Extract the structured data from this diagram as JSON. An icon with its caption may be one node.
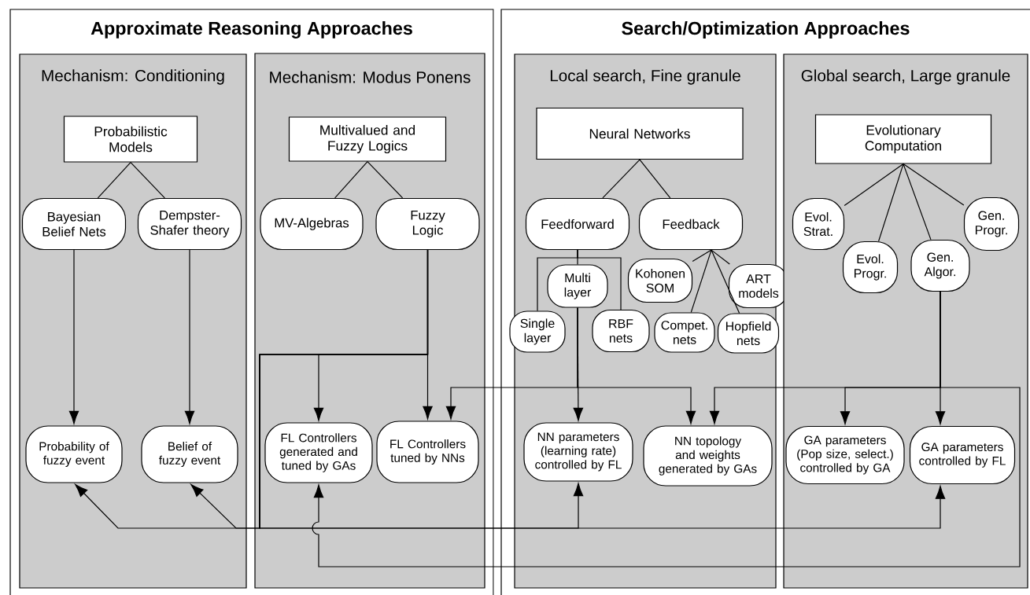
{
  "diagram": {
    "nodes": [
      {
        "text": [
          "Approximate Reasoning Approaches"
        ]
      },
      {
        "text": [
          "Mechanism: Conditioning"
        ],
        "in": 0
      },
      {
        "text": [
          "Probabilistic Models"
        ],
        "in": 1
      },
      {
        "text": [
          "Bayesian Belief Nets"
        ],
        "in": 1
      },
      {
        "text": [
          "Dempster-Shafer theory"
        ],
        "in": 1
      },
      {
        "text": [
          "Probability of fuzzy event"
        ],
        "in": 1
      },
      {
        "text": [
          "Belief of fuzzy event"
        ],
        "in": 1
      },
      {
        "text": [
          "Mechanism: Modus Ponens"
        ],
        "in": 0
      },
      {
        "text": [
          "Multivalued and Fuzzy Logics"
        ],
        "in": 7
      },
      {
        "text": [
          "MV-Algebras"
        ],
        "in": 7
      },
      {
        "text": [
          "Fuzzy Logic"
        ],
        "in": 7
      },
      {
        "text": [
          "FL Controllers generated and tuned by GAs"
        ],
        "in": 7
      },
      {
        "text": [
          "FL Controllers tuned by NNs"
        ],
        "in": 7
      },
      {
        "text": [
          "Search/Optimization Approaches"
        ]
      },
      {
        "text": [
          "Local search, Fine granule"
        ],
        "in": 13
      },
      {
        "text": [
          "Neural Networks"
        ],
        "in": 14
      },
      {
        "text": [
          "Feedforward"
        ],
        "in": 14
      },
      {
        "text": [
          "Feedback"
        ],
        "in": 14
      },
      {
        "text": [
          "Kohonen SOM"
        ],
        "in": 14
      },
      {
        "text": [
          "Multi layer"
        ],
        "in": 14
      },
      {
        "text": [
          "ART models"
        ],
        "in": 13
      },
      {
        "text": [
          "Single layer"
        ],
        "in": 13
      },
      {
        "text": [
          "RBF nets"
        ],
        "in": 14
      },
      {
        "text": [
          "Compet. nets"
        ],
        "in": 14
      },
      {
        "text": [
          "Hopfield nets"
        ],
        "in": 14
      },
      {
        "text": [
          "NN parameters (learning rate) controlled by FL"
        ],
        "in": 14
      },
      {
        "text": [
          "NN topology and weights generated by GAs"
        ],
        "in": 14
      },
      {
        "text": [
          "Global search, Large granule"
        ],
        "in": 13
      },
      {
        "text": [
          "Evolutionary Computation"
        ],
        "in": 27
      },
      {
        "text": [
          "Evol. Strat."
        ],
        "in": 27
      },
      {
        "text": [
          "Gen. Progr."
        ],
        "in": 27
      },
      {
        "text": [
          "Evol. Progr."
        ],
        "in": 27
      },
      {
        "text": [
          "Gen. Algor."
        ],
        "in": 27
      },
      {
        "text": [
          "GA parameters (Pop size, select.) controlled by GA"
        ],
        "in": 27
      },
      {
        "text": [
          "GA parameters controlled by FL"
        ],
        "in": 27
      }
    ],
    "edges": [
      {
        "from": 2,
        "to": 3,
        "arrow": "none"
      },
      {
        "from": 2,
        "to": 4,
        "arrow": "none"
      },
      {
        "from": 8,
        "to": 9,
        "arrow": "none"
      },
      {
        "from": 8,
        "to": 10,
        "arrow": "none"
      },
      {
        "from": 15,
        "to": 16,
        "arrow": "none"
      },
      {
        "from": 15,
        "to": 17,
        "arrow": "none"
      },
      {
        "from": 16,
        "to": 21,
        "arrow": "none"
      },
      {
        "from": 16,
        "to": 19,
        "arrow": "none"
      },
      {
        "from": 16,
        "to": 22,
        "arrow": "none"
      },
      {
        "from": 17,
        "to": 18,
        "arrow": "none"
      },
      {
        "from": 17,
        "to": 23,
        "arrow": "none"
      },
      {
        "from": 17,
        "to": 24,
        "arrow": "none"
      },
      {
        "from": 17,
        "to": 20,
        "arrow": "none"
      },
      {
        "from": 28,
        "to": 29,
        "arrow": "none"
      },
      {
        "from": 28,
        "to": 31,
        "arrow": "none"
      },
      {
        "from": 28,
        "to": 32,
        "arrow": "none"
      },
      {
        "from": 28,
        "to": 30,
        "arrow": "none"
      },
      {
        "from": 3,
        "to": 5,
        "arrow": "to"
      },
      {
        "from": 4,
        "to": 6,
        "arrow": "to"
      },
      {
        "from": 10,
        "to": 12,
        "arrow": "to"
      },
      {
        "from": 10,
        "to": 11,
        "arrow": "to"
      },
      {
        "from": 10,
        "to": 5,
        "arrow": "to"
      },
      {
        "from": 10,
        "to": 6,
        "arrow": "to"
      },
      {
        "from": 10,
        "to": 25,
        "arrow": "to"
      },
      {
        "from": 10,
        "to": 34,
        "arrow": "to"
      },
      {
        "from": 19,
        "to": 25,
        "arrow": "to"
      },
      {
        "from": 19,
        "to": 12,
        "arrow": "to"
      },
      {
        "from": 19,
        "to": 26,
        "arrow": "to"
      },
      {
        "from": 32,
        "to": 34,
        "arrow": "to"
      },
      {
        "from": 32,
        "to": 26,
        "arrow": "to"
      },
      {
        "from": 32,
        "to": 33,
        "arrow": "to"
      },
      {
        "from": 32,
        "to": 11,
        "arrow": "to"
      }
    ]
  }
}
